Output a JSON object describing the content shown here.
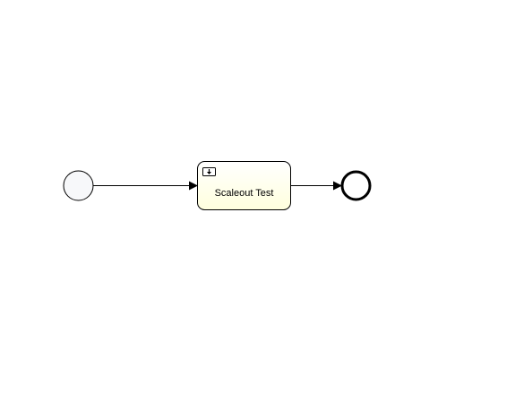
{
  "diagram": {
    "start_event": {
      "icon": "start-event-circle"
    },
    "task": {
      "label": "Scaleout Test",
      "icon": "user-task-icon",
      "fill_top": "#ffffff",
      "fill_bottom": "#ffffdd",
      "stroke": "#000000"
    },
    "end_event": {
      "icon": "end-event-circle"
    },
    "colors": {
      "event_fill": "#f7f8fa",
      "line": "#000000"
    }
  }
}
